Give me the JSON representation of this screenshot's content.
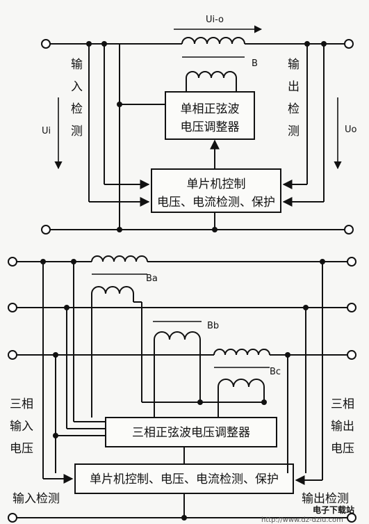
{
  "top": {
    "current_label": "Ui-o",
    "transformer_label": "B",
    "input_detect_chars": [
      "输",
      "入",
      "检",
      "测"
    ],
    "output_detect_chars": [
      "输",
      "出",
      "检",
      "测"
    ],
    "input_voltage_label": "Ui",
    "output_voltage_label": "Uo",
    "regulator_box": [
      "单相正弦波",
      "电压调整器"
    ],
    "mcu_box": [
      "单片机控制",
      "电压、电流检测、保护"
    ]
  },
  "bottom": {
    "transformer_labels": [
      "Ba",
      "Bb",
      "Bc"
    ],
    "left_side_chars": [
      "三相",
      "输入",
      "电压"
    ],
    "right_side_chars": [
      "三相",
      "输出",
      "电压"
    ],
    "regulator_box": "三相正弦波电压调整器",
    "mcu_box": "单片机控制、电压、电流检测、保护",
    "input_detect": "输入检测",
    "output_detect": "输出检测"
  },
  "watermark": {
    "site_name": "电子下载站",
    "url": "http://www.dz-dzlu.com"
  }
}
